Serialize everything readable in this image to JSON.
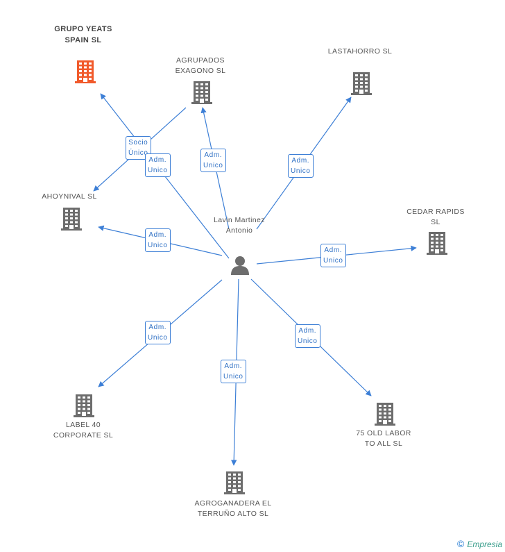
{
  "person": {
    "name": "Lavin Martinez Antonio",
    "icon": "person-icon"
  },
  "companies": [
    {
      "id": "grupo",
      "name": "GRUPO YEATS SPAIN SL",
      "highlight": true,
      "color": "#f15a2b"
    },
    {
      "id": "agrupados",
      "name": "AGRUPADOS EXAGONO SL",
      "highlight": false,
      "color": "#6d6d6d"
    },
    {
      "id": "lastahorro",
      "name": "LASTAHORRO SL",
      "highlight": false,
      "color": "#6d6d6d"
    },
    {
      "id": "ahoynival",
      "name": "AHOYNIVAL SL",
      "highlight": false,
      "color": "#6d6d6d"
    },
    {
      "id": "cedar",
      "name": "CEDAR RAPIDS SL",
      "highlight": false,
      "color": "#6d6d6d"
    },
    {
      "id": "label40",
      "name": "LABEL 40 CORPORATE SL",
      "highlight": false,
      "color": "#6d6d6d"
    },
    {
      "id": "agroganadera",
      "name": "AGROGANADERA EL TERRUÑO ALTO SL",
      "highlight": false,
      "color": "#6d6d6d"
    },
    {
      "id": "oldlabor",
      "name": "75 OLD LABOR TO ALL SL",
      "highlight": false,
      "color": "#6d6d6d"
    }
  ],
  "edges": [
    {
      "id": "e-socio",
      "from": "agrupados",
      "to": "ahoynival",
      "label": "Socio Único"
    },
    {
      "id": "e-grupo",
      "from": "person",
      "to": "grupo",
      "label": "Adm. Unico"
    },
    {
      "id": "e-agrupados",
      "from": "person",
      "to": "agrupados",
      "label": "Adm. Unico"
    },
    {
      "id": "e-lastahorro",
      "from": "person",
      "to": "lastahorro",
      "label": "Adm. Unico"
    },
    {
      "id": "e-ahoynival",
      "from": "person",
      "to": "ahoynival",
      "label": "Adm. Unico"
    },
    {
      "id": "e-cedar",
      "from": "person",
      "to": "cedar",
      "label": "Adm. Unico"
    },
    {
      "id": "e-label40",
      "from": "person",
      "to": "label40",
      "label": "Adm. Unico"
    },
    {
      "id": "e-agroganadera",
      "from": "person",
      "to": "agroganadera",
      "label": "Adm. Unico"
    },
    {
      "id": "e-oldlabor",
      "from": "person",
      "to": "oldlabor",
      "label": "Adm. Unico"
    }
  ],
  "colors": {
    "edge": "#3d7fd6",
    "node": "#6d6d6d",
    "highlight": "#f15a2b"
  },
  "footer": {
    "copyright": "©",
    "brand": "Empresia"
  }
}
